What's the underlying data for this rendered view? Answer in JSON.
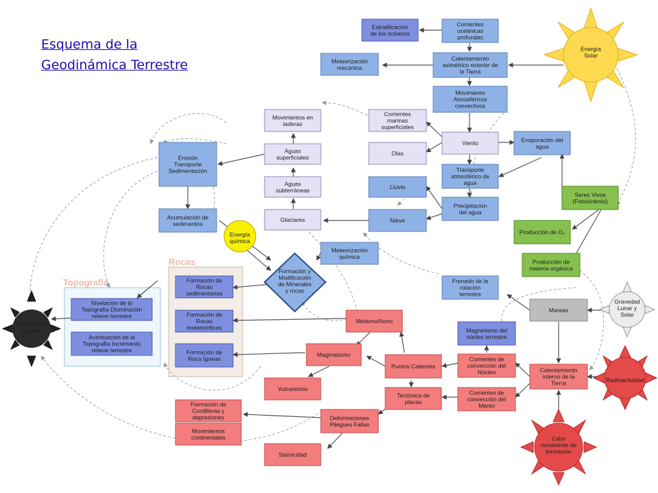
{
  "title": "Esquema de la Geodinámica  Terrestre",
  "groups": {
    "topografia": "Topografía",
    "rocas": "Rocas"
  },
  "nodes": {
    "estratificacion": "Estratificación de los océanos",
    "corrientes_oceanicas": "Corrientes oceánicas profundas",
    "energia_solar": "Energía Solar",
    "meteorizacion_mecanica": "Meteorización mecánica",
    "calentamiento_asimetrico": "Calentamiento asimétrico exterior de la Tierra",
    "movimiento_atmosfericos": "Movimiento Atmosféricos convectivos",
    "movimientos_laderas": "Movimientos en laderas",
    "corrientes_marinas": "Corrientes marinas superficiales",
    "erosion": "Erosión Transporte Sedimentación",
    "aguas_superficiales": "Aguas superficiales",
    "olas": "Olas",
    "viento": "Viento",
    "evaporacion": "Evaporación del agua",
    "transporte_atmosferico": "Transporte atmosférico de agua",
    "aguas_subterraneas": "Aguas subterráneas",
    "lluvia": "Lluvia",
    "seres_vivos": "Seres Vivos (Fotosíntesis)",
    "precipitacion": "Precipitación del agua",
    "glaciares": "Glaciares",
    "nieve": "Nieve",
    "acumulacion": "Acumulación de sedimentos",
    "energia_quimica": "Energía química",
    "produccion_o2": "Producción de O₂",
    "meteorizacion_quimica": "Meteorización química",
    "produccion_materia": "Producción de materia orgánica",
    "formacion_minerales": "Formación y Modificación de Minerales y rocas",
    "formacion_sedimentarias": "Formación de Rocas sedimentarias",
    "frenado": "Frenado de la rotación terrestre",
    "nivelacion": "Nivelación de la Topografía Disminución relieve terrestre",
    "radiacion": "Radiación al espacio",
    "mareas": "Mareas",
    "gravedad": "Gravedad Lunar y Solar",
    "formacion_metamorficas": "Formación de Rocas metamórficas",
    "metamorfismo": "Metamorfismo",
    "magnetismo": "Magnetismo del núcleo terrestre",
    "acentuacion": "Acentuación de la Topografía Incremento relieve terrestre",
    "formacion_igneas": "Formación de Roca Ígneas",
    "magmatismo": "Magmatismo",
    "puntos_calientes": "Puntos Calientes",
    "corrientes_nucleo": "Corrientes de convección del Núcleo",
    "calentamiento_interno": "Calentamiento interno de la Tierra",
    "radioactividad": "Radioactividad",
    "vulcanismo": "Vulcanismo",
    "tectonica": "Tectónica de placas",
    "corrientes_manto": "Corrientes de convección del Manto",
    "formacion_cordilleras": "Formación de Cordilleras y depresiones",
    "deformaciones": "Deformaciones Pliegues Fallas",
    "movimientos_continentales": "Movimientos continentales",
    "calor_remanente": "Calor remanente de formación",
    "sismicidad": "Sismicidad"
  },
  "colors": {
    "blue": "#8fb2e6",
    "dark_blue": "#7f8fe0",
    "lavender": "#e4e2f4",
    "red": "#f37d7d",
    "green": "#86c04e",
    "gray": "#bdbdbd",
    "sun": "#fcd94e",
    "red_star": "#e54a4a",
    "dark_star": "#222222"
  }
}
